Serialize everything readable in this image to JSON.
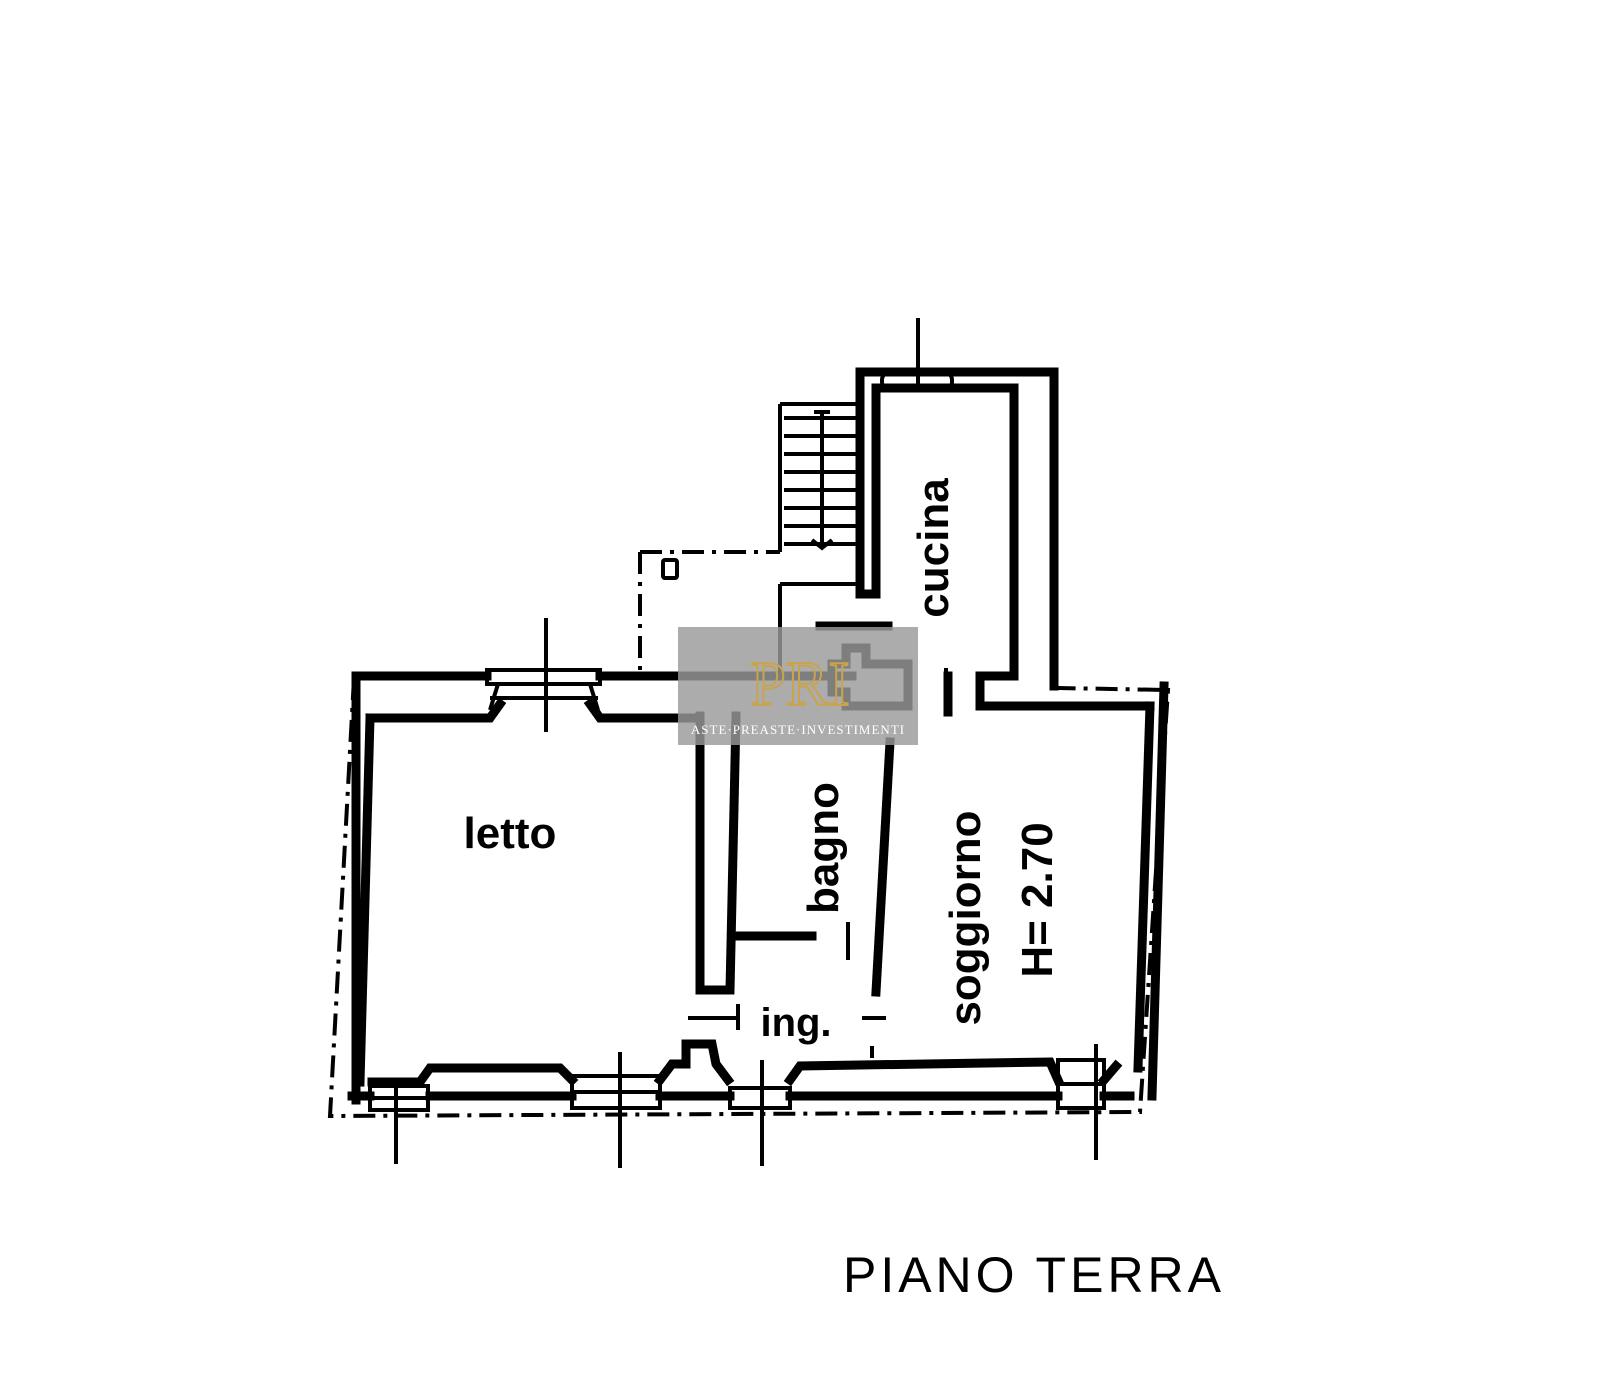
{
  "title": "PIANO TERRA",
  "rooms": {
    "letto": "letto",
    "bagno": "bagno",
    "cucina": "cucina",
    "soggiorno": "soggiorno",
    "height": "H= 2.70",
    "entrance": "ing."
  },
  "watermark": {
    "logo": "PRI",
    "text": "ASTE·PREASTE·INVESTIMENTI",
    "logo_color": "#c9a44a",
    "band_color": "#9a9a9a"
  }
}
